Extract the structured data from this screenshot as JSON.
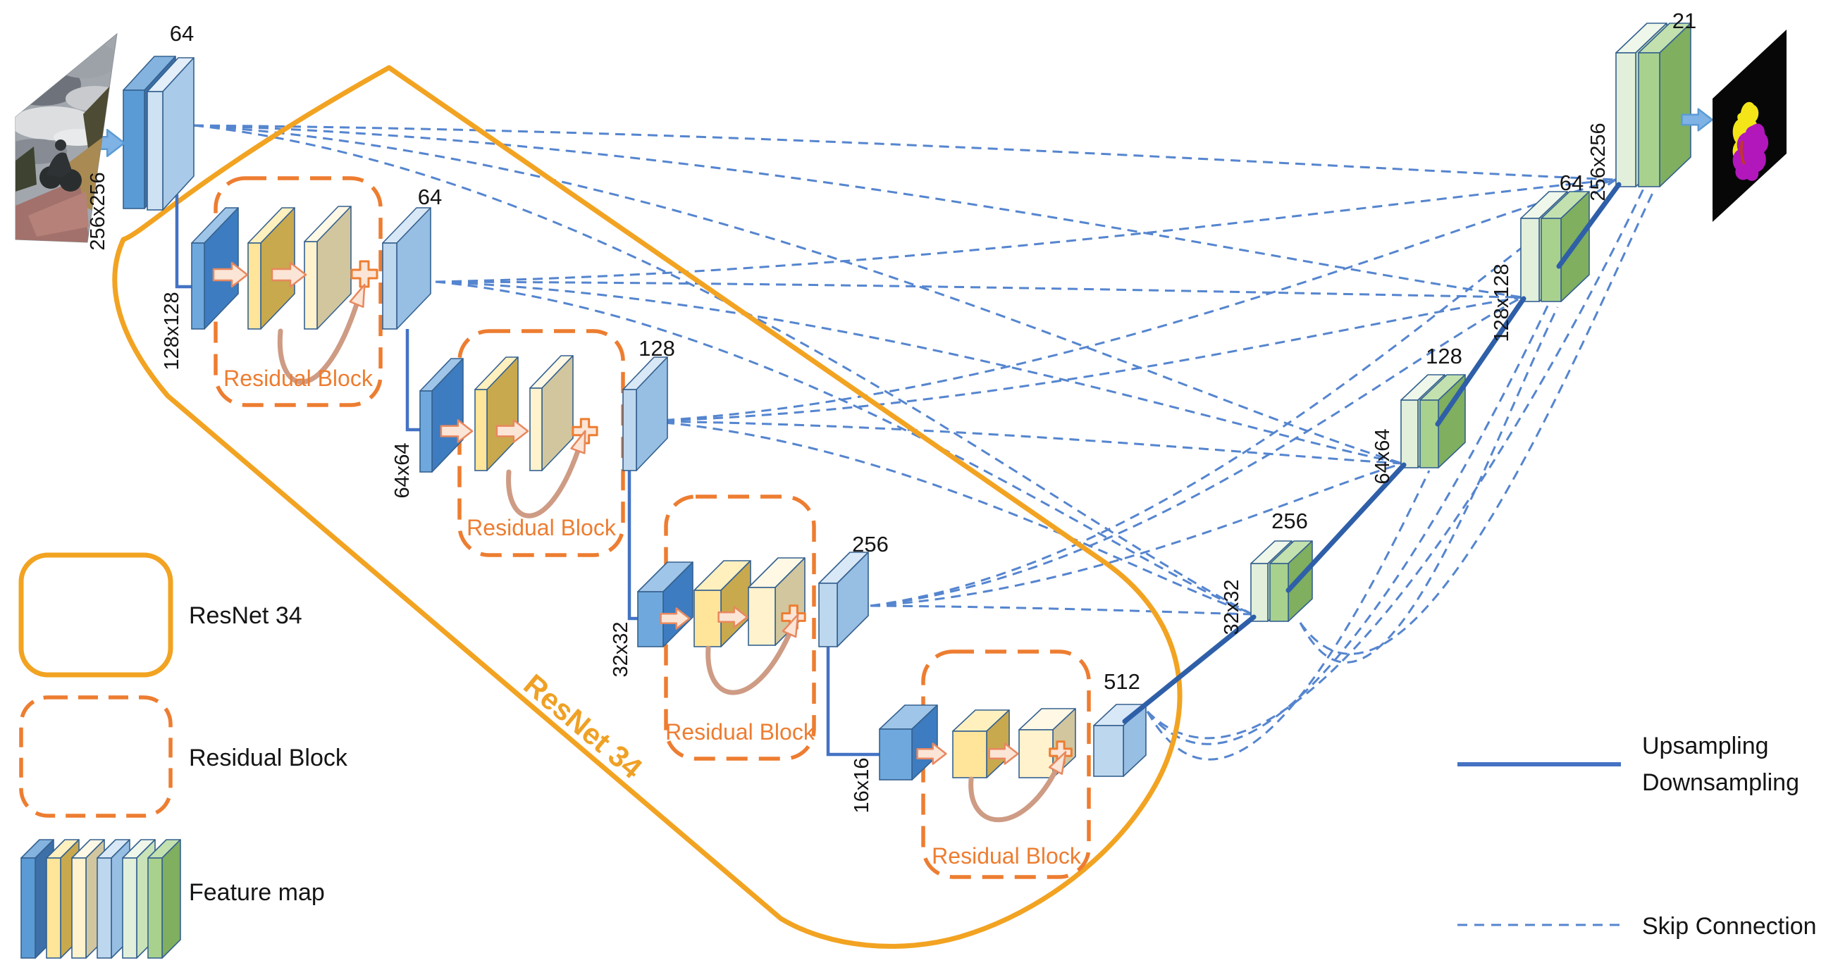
{
  "encoder": {
    "initial_block": {
      "channels": "64",
      "size": "256x256"
    },
    "resnet_label": "ResNet 34",
    "residual_blocks": [
      {
        "label": "Residual Block",
        "input_size": "128x128",
        "output_channels": "64"
      },
      {
        "label": "Residual Block",
        "input_size": "64x64",
        "output_channels": "128"
      },
      {
        "label": "Residual Block",
        "input_size": "32x32",
        "output_channels": "256"
      },
      {
        "label": "Residual Block",
        "input_size": "16x16",
        "output_channels": "512"
      }
    ]
  },
  "decoder": {
    "blocks": [
      {
        "size": "32x32",
        "channels": "256"
      },
      {
        "size": "64x64",
        "channels": "128"
      },
      {
        "size": "128x128",
        "channels": "64"
      },
      {
        "size": "256x256",
        "channels": "21"
      }
    ]
  },
  "legend": {
    "resnet": "ResNet 34",
    "residual_block": "Residual Block",
    "feature_map": "Feature map",
    "upsampling": "Upsampling",
    "downsampling": "Downsampling",
    "skip_connection": "Skip Connection"
  },
  "colors": {
    "resnet_outline": "#F2A321",
    "residual_box": "#ED7D31",
    "upsampling_line": "#2E5FA8",
    "connector_line": "#4472C4",
    "skip_line": "#5585CF",
    "slab_dark_blue": "#5B9BD5",
    "slab_encoder_blue": "#6FA8DC",
    "slab_gold": "#FFE599",
    "slab_cream": "#FFF2CC",
    "slab_light_blue": "#BDD7EE",
    "slab_pale_green": "#E2EFDA",
    "slab_green": "#A9D18E",
    "arrow_peach": "#FBE5D6",
    "mask_yellow": "#F3E518",
    "mask_magenta": "#B217BC"
  }
}
